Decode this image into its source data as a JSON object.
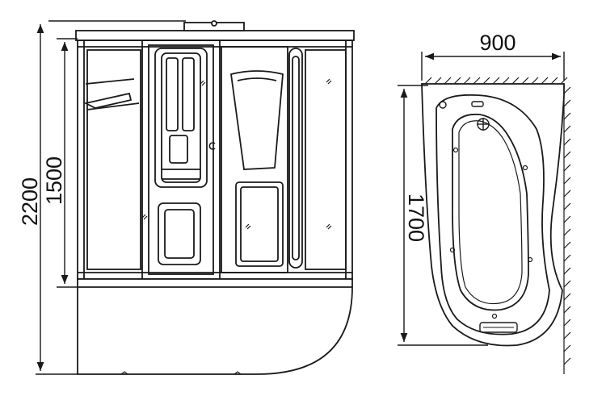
{
  "front_view": {
    "dimensions": {
      "total_height": "2200",
      "glass_height": "1500"
    }
  },
  "top_view": {
    "dimensions": {
      "width": "900",
      "length": "1700"
    }
  },
  "colors": {
    "line": "#1a1a1a",
    "glass_fill": "#ffffff",
    "hatch": "#1a1a1a"
  }
}
